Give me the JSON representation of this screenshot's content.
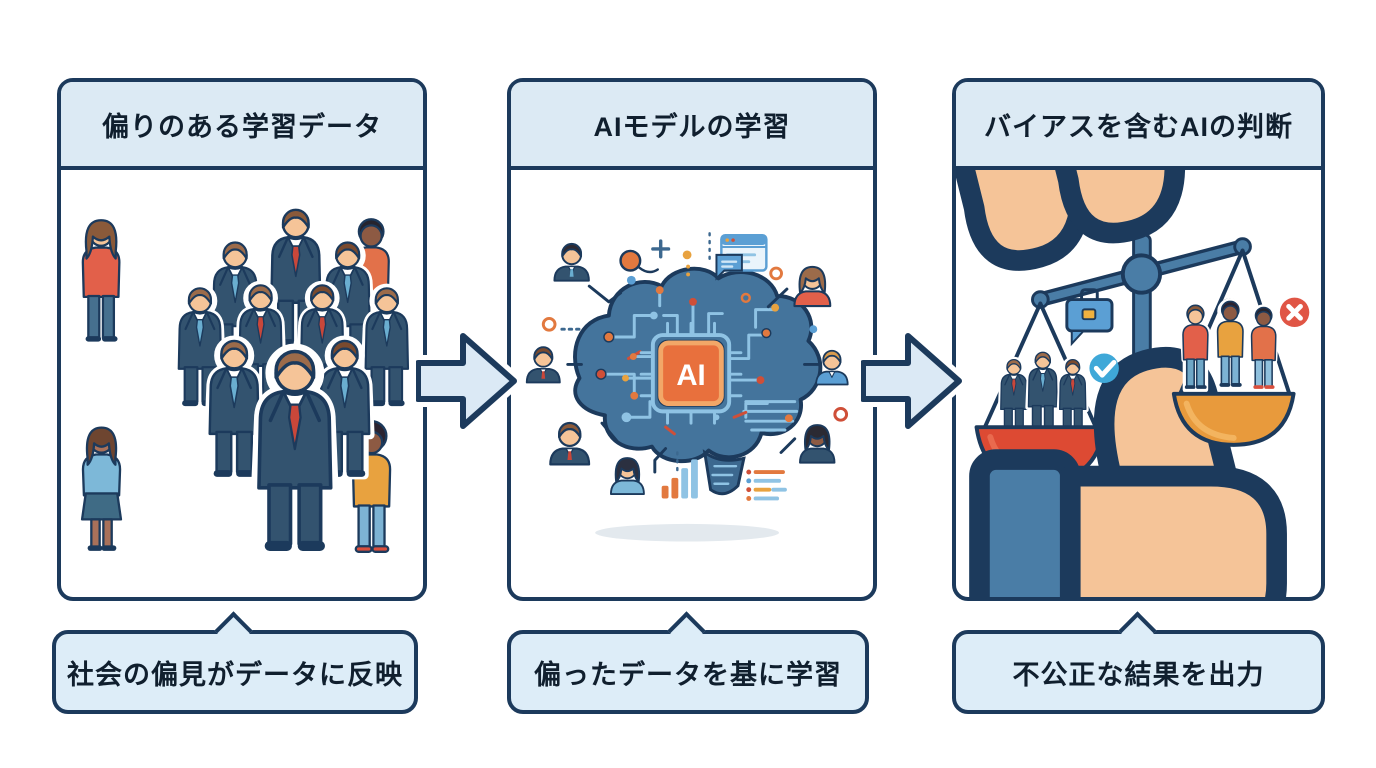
{
  "diagram": {
    "title_theme": "AI bias flow diagram",
    "panels": [
      {
        "title": "偏りのある学習データ",
        "caption": "社会の偏見がデータに反映",
        "illustration": "crowd-of-mostly-suited-businessmen-with-few-diverse-people"
      },
      {
        "title": "AIモデルの学習",
        "caption": "偏ったデータを基に学習",
        "chip_label": "AI",
        "illustration": "circuit-brain-with-ai-chip-surrounded-by-people-avatars"
      },
      {
        "title": "バイアスを含むAIの判断",
        "caption": "不公正な結果を出力",
        "illustration": "unbalanced-scale-businessmen-low-diverse-people-high"
      }
    ],
    "icons": [
      "arrow-right-icon",
      "thumbs-up-icon",
      "thumbs-down-icon",
      "briefcase-icon",
      "check-badge-icon",
      "cross-badge-icon",
      "chat-window-icon",
      "bar-chart-icon",
      "list-icon",
      "plus-icon",
      "ai-chip-icon",
      "brain-icon"
    ],
    "colors": {
      "outline_navy": "#1c3a5c",
      "header_bg": "#dceaf4",
      "callout_bg": "#ddedf8",
      "arrow_fill": "#dbe9f5",
      "suit_navy": "#33536f",
      "tie_red": "#c9473a",
      "tie_blue": "#6aaed0",
      "brain_blue": "#44749c",
      "chip_orange": "#e8703d",
      "scale_blue": "#4a7da6",
      "pan_red": "#dd4a33",
      "pan_orange": "#e89a3c",
      "check_blue": "#3fa8d8",
      "cross_red": "#e05545"
    }
  }
}
